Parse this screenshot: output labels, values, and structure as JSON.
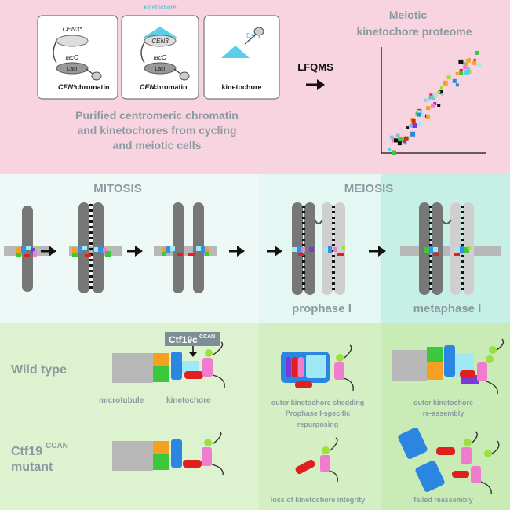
{
  "top": {
    "boxes": [
      {
        "cen_label": "CEN3*",
        "laco": "lacO",
        "laci": "LacI",
        "caption_italic": "CEN*",
        "caption_rest": " chromatin"
      },
      {
        "top_label": "kinetochore",
        "cen_label": "CEN3",
        "laco": "lacO",
        "laci": "LacI",
        "caption_italic": "CEN",
        "caption_rest": " chromatin"
      },
      {
        "dsn_label": "Dsn1",
        "caption": "kinetochore"
      }
    ],
    "purified_lines": [
      "Purified centromeric chromatin",
      "and kinetochores from cycling",
      "and meiotic cells"
    ],
    "lfqms_label": "LFQMS",
    "proteome_title": [
      "Meiotic",
      "kinetochore proteome"
    ]
  },
  "middle": {
    "mitosis_label": "MITOSIS",
    "meiosis_label": "MEIOSIS",
    "prophase_label": "prophase I",
    "metaphase_label": "metaphase I"
  },
  "bottom": {
    "wild_type_label": "Wild type",
    "mutant_label_main": "Ctf19",
    "mutant_label_sup": "CCAN",
    "mutant_label_line2": "mutant",
    "ctf19c_tag_main": "Ctf19c",
    "ctf19c_tag_sup": "CCAN",
    "microtubule_label": "microtubule",
    "kinetochore_label": "kinetochore",
    "prophase_caption": [
      "outer kinetochore shedding",
      "Prophase I-specific",
      "repurposing"
    ],
    "metaphase_caption": [
      "outer kinetochore",
      "re-assembly"
    ],
    "mutant_prophase_caption": "loss of kinetochore integrity",
    "mutant_metaphase_caption": "failed reassembly"
  },
  "colors": {
    "top_bg": "#f8d4e0",
    "mitosis_bg": "#eef8f6",
    "meiosis_bg": "#e4f7f2",
    "metaphase_bg": "#c6efe6",
    "bottom_bg": "#ddf2cf",
    "bottom_bg_meiosis": "#d0edbd",
    "text_gray": "#8a9aa0",
    "cyan": "#5ad0e8"
  }
}
